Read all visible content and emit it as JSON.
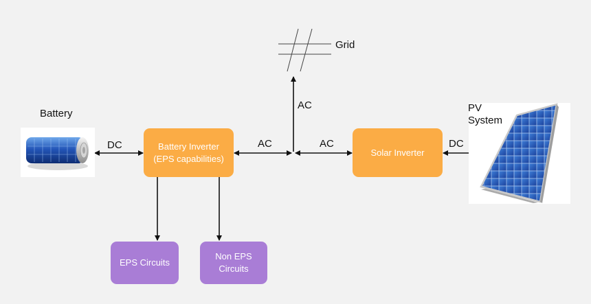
{
  "nodes": {
    "battery_inverter": "Battery Inverter\n(EPS capabilities)",
    "solar_inverter": "Solar Inverter",
    "eps_circuits": "EPS Circuits",
    "non_eps_circuits": "Non EPS\nCircuits"
  },
  "labels": {
    "battery": "Battery",
    "pv_system": "PV\nSystem",
    "grid": "Grid",
    "dc_battery": "DC",
    "ac_left": "AC",
    "ac_right": "AC",
    "ac_up": "AC",
    "dc_pv": "DC"
  },
  "colors": {
    "inverter": "#fbac45",
    "circuit": "#a97dd6",
    "line": "#111111",
    "background": "#f2f2f2"
  },
  "icons": {
    "battery": "battery-icon",
    "pv": "solar-panel-icon",
    "grid": "grid-symbol-icon"
  }
}
